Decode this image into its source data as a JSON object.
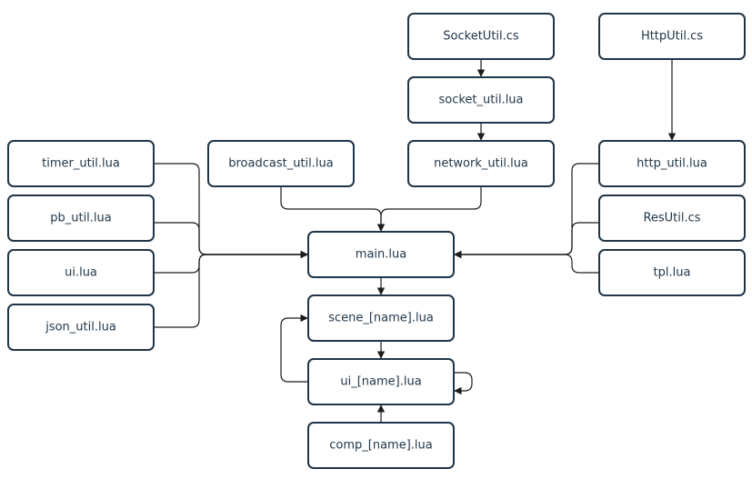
{
  "colors": {
    "node_border": "#1f3548",
    "node_fill": "#ffffff",
    "text": "#1f3548",
    "edge": "#1c1c1c",
    "background": "#ffffff"
  },
  "nodes": [
    {
      "id": "socketutil-cs",
      "label": "SocketUtil.cs"
    },
    {
      "id": "httputil-cs",
      "label": "HttpUtil.cs"
    },
    {
      "id": "socket-util-lua",
      "label": "socket_util.lua"
    },
    {
      "id": "timer-util-lua",
      "label": "timer_util.lua"
    },
    {
      "id": "broadcast-util-lua",
      "label": "broadcast_util.lua"
    },
    {
      "id": "network-util-lua",
      "label": "network_util.lua"
    },
    {
      "id": "http-util-lua",
      "label": "http_util.lua"
    },
    {
      "id": "pb-util-lua",
      "label": "pb_util.lua"
    },
    {
      "id": "resutil-cs",
      "label": "ResUtil.cs"
    },
    {
      "id": "main-lua",
      "label": "main.lua"
    },
    {
      "id": "ui-lua",
      "label": "ui.lua"
    },
    {
      "id": "tpl-lua",
      "label": "tpl.lua"
    },
    {
      "id": "json-util-lua",
      "label": "json_util.lua"
    },
    {
      "id": "scene-name-lua",
      "label": "scene_[name].lua"
    },
    {
      "id": "ui-name-lua",
      "label": "ui_[name].lua"
    },
    {
      "id": "comp-name-lua",
      "label": "comp_[name].lua"
    }
  ],
  "edges": [
    {
      "from": "socketutil-cs",
      "to": "socket-util-lua"
    },
    {
      "from": "socket-util-lua",
      "to": "network-util-lua"
    },
    {
      "from": "httputil-cs",
      "to": "http-util-lua"
    },
    {
      "from": "timer-util-lua",
      "to": "main-lua"
    },
    {
      "from": "pb-util-lua",
      "to": "main-lua"
    },
    {
      "from": "ui-lua",
      "to": "main-lua"
    },
    {
      "from": "json-util-lua",
      "to": "main-lua"
    },
    {
      "from": "broadcast-util-lua",
      "to": "main-lua"
    },
    {
      "from": "network-util-lua",
      "to": "main-lua"
    },
    {
      "from": "http-util-lua",
      "to": "main-lua"
    },
    {
      "from": "resutil-cs",
      "to": "main-lua"
    },
    {
      "from": "tpl-lua",
      "to": "main-lua"
    },
    {
      "from": "main-lua",
      "to": "scene-name-lua"
    },
    {
      "from": "scene-name-lua",
      "to": "ui-name-lua"
    },
    {
      "from": "ui-name-lua",
      "to": "scene-name-lua"
    },
    {
      "from": "ui-name-lua",
      "to": "ui-name-lua"
    },
    {
      "from": "comp-name-lua",
      "to": "ui-name-lua"
    }
  ]
}
